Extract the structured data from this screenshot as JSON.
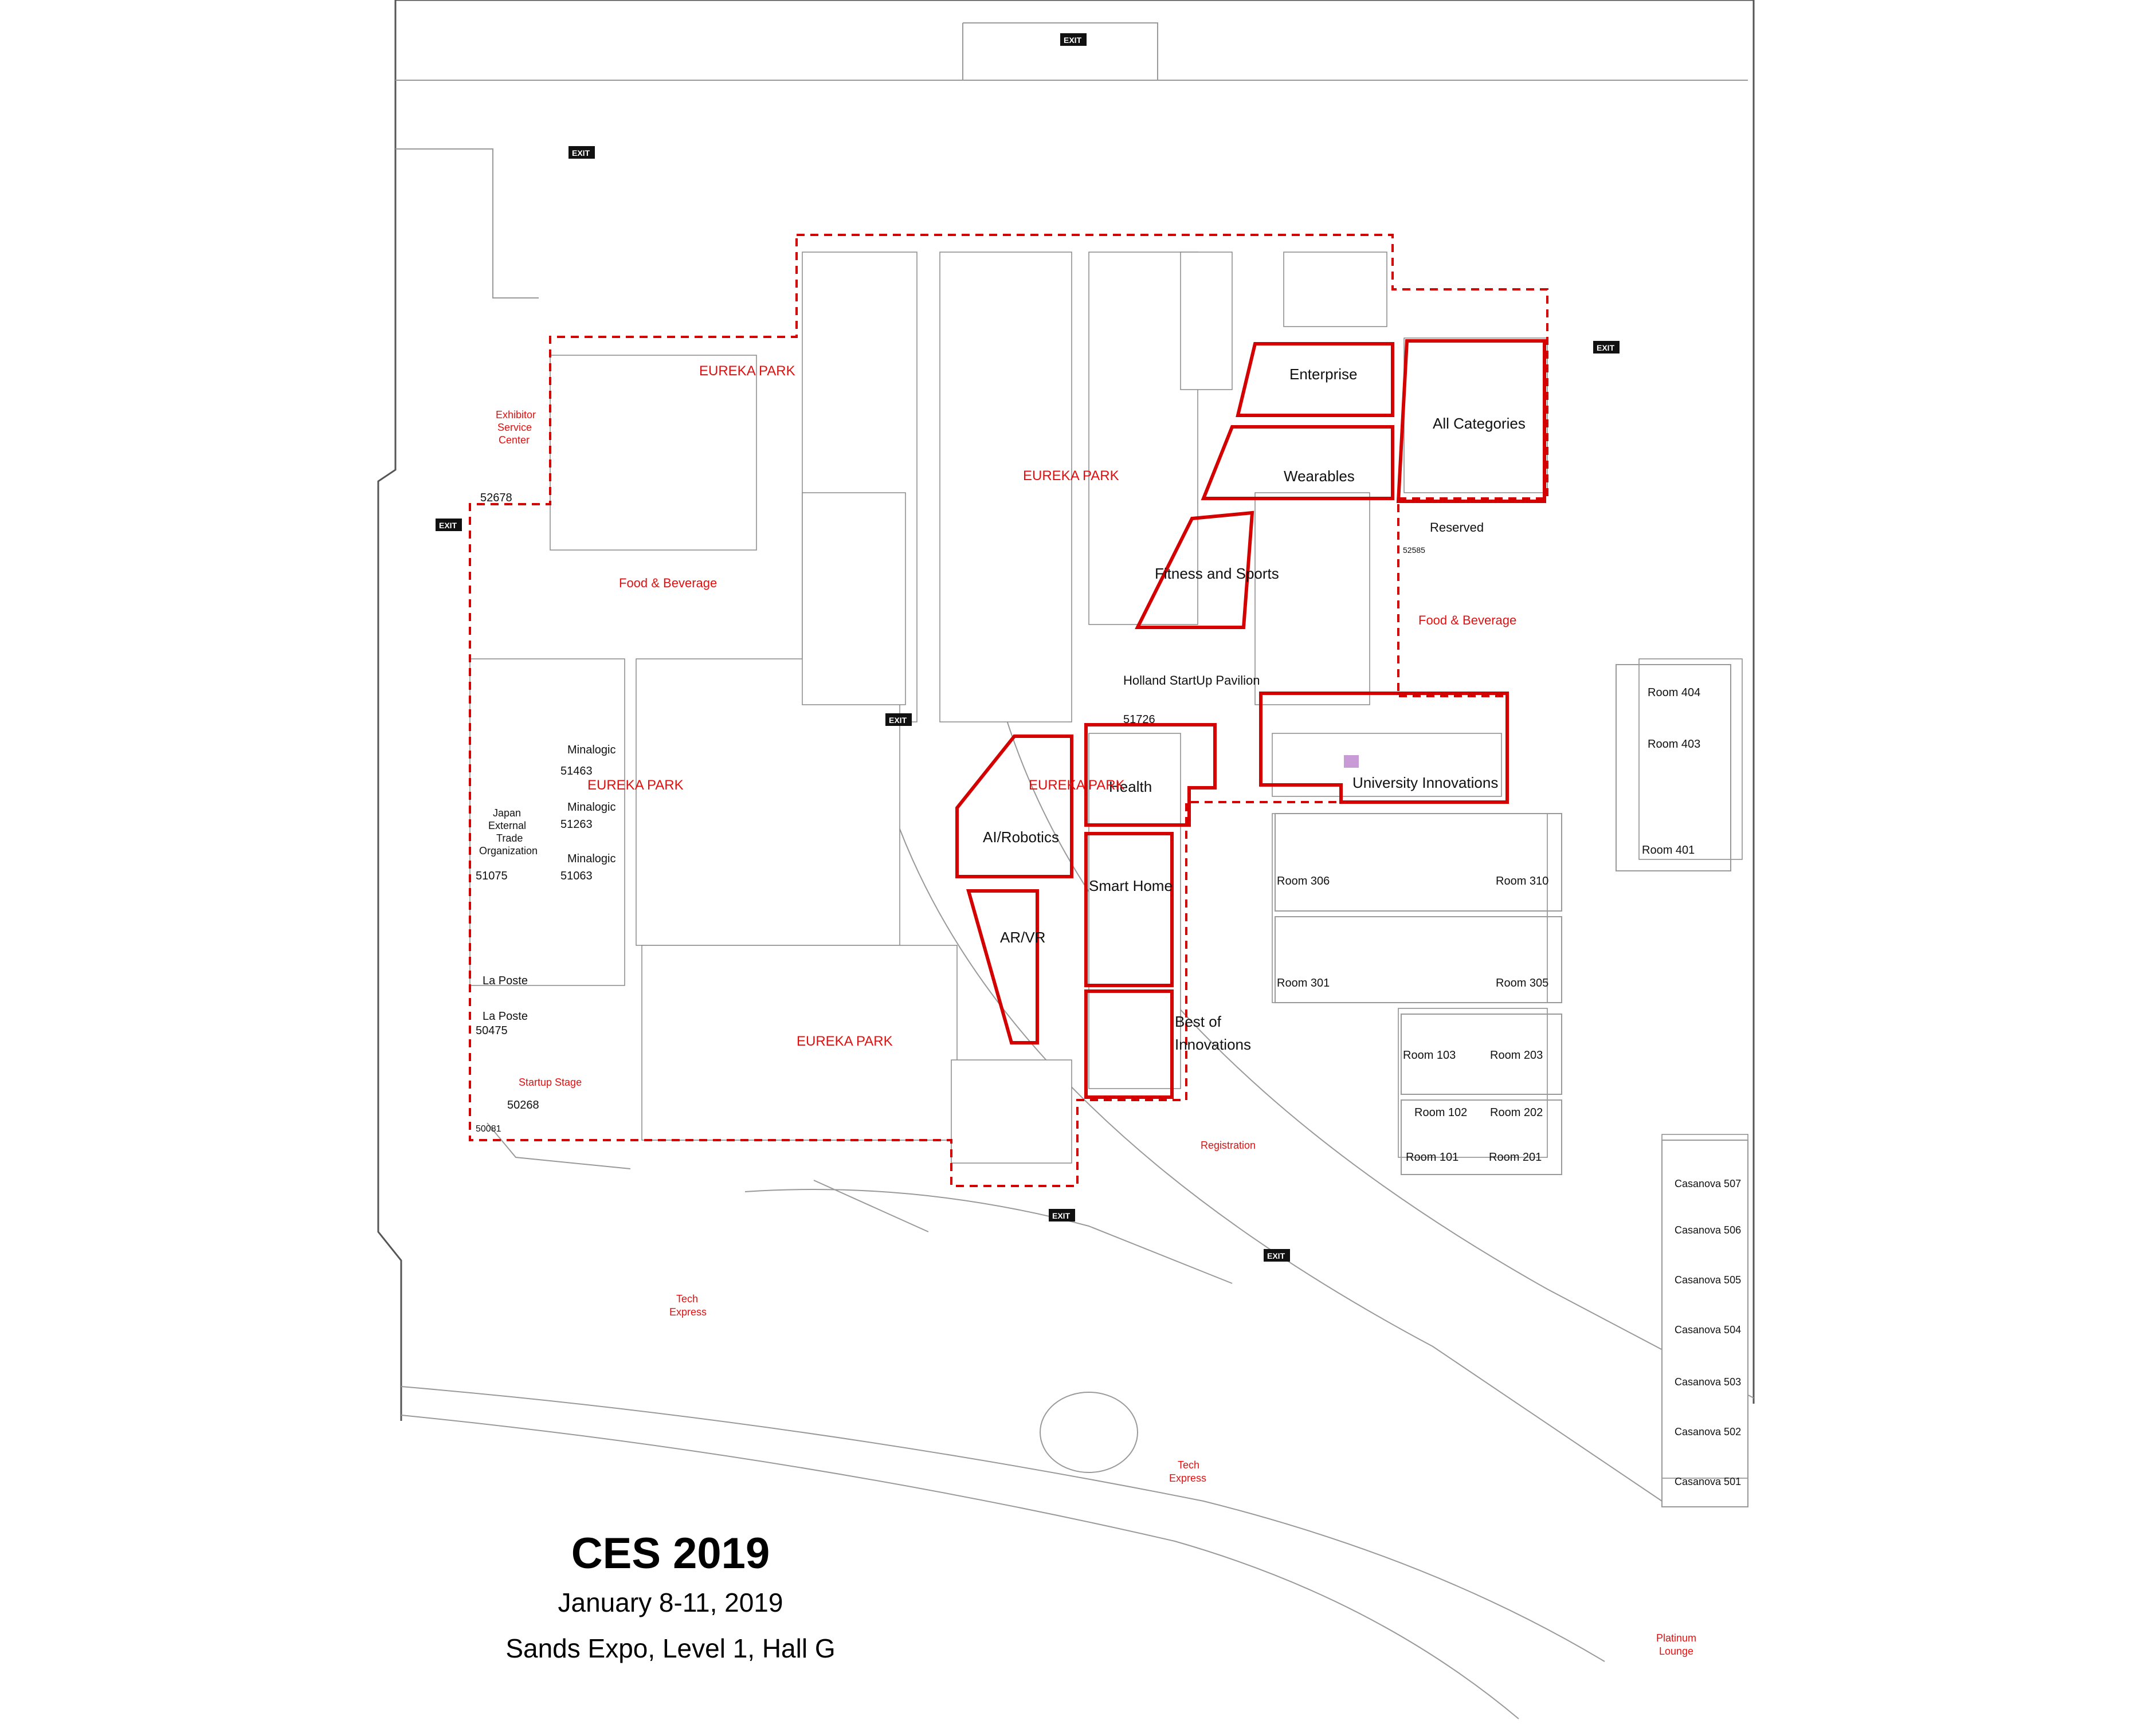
{
  "title": "CES 2019",
  "dates": "January 8-11, 2019",
  "venue": "Sands Expo, Level 1, Hall G",
  "colors": {
    "zone": "#d40000",
    "label_red": "#e01010",
    "walls": "#555555",
    "highlight": "#c89ad6"
  },
  "zones": {
    "enterprise": "Enterprise",
    "all_categories": "All Categories",
    "wearables": "Wearables",
    "fitness": "Fitness and Sports",
    "health": "Health",
    "university": "University Innovations",
    "ai_robotics": "AI/Robotics",
    "smart_home": "Smart Home",
    "ar_vr": "AR/VR",
    "best_of_1": "Best of",
    "best_of_2": "Innovations"
  },
  "areas": {
    "eureka_1": "EUREKA PARK",
    "eureka_2": "EUREKA PARK",
    "eureka_3": "EUREKA PARK",
    "eureka_4": "EUREKA PARK",
    "eureka_5": "EUREKA PARK",
    "food_1": "Food & Beverage",
    "food_2": "Food & Beverage",
    "reserved": "Reserved",
    "holland": "Holland StartUp Pavilion",
    "exhibitor_1": "Exhibitor",
    "exhibitor_2": "Service",
    "exhibitor_3": "Center",
    "startup_stage": "Startup Stage",
    "registration": "Registration",
    "tech_express_1": "Tech",
    "tech_express_2": "Express",
    "platinum_1": "Platinum",
    "platinum_2": "Lounge"
  },
  "booths": {
    "b52678": "52678",
    "b51726": "51726",
    "b51463": "51463",
    "b51263": "51263",
    "b51063": "51063",
    "b51075": "51075",
    "b50475": "50475",
    "b50268": "50268",
    "b50081": "50081",
    "b52585": "52585",
    "minalogic_1": "Minalogic",
    "minalogic_2": "Minalogic",
    "minalogic_3": "Minalogic",
    "japan_1": "Japan",
    "japan_2": "External",
    "japan_3": "Trade",
    "japan_4": "Organization",
    "laposte_1": "La Poste",
    "laposte_2": "La Poste"
  },
  "rooms": {
    "r306": "Room 306",
    "r310": "Room 310",
    "r301": "Room 301",
    "r305": "Room 305",
    "r103": "Room 103",
    "r203": "Room 203",
    "r102": "Room 102",
    "r202": "Room 202",
    "r101": "Room 101",
    "r201": "Room 201",
    "r404": "Room 404",
    "r403": "Room 403",
    "r401": "Room 401",
    "c507": "Casanova 507",
    "c506": "Casanova 506",
    "c505": "Casanova 505",
    "c504": "Casanova 504",
    "c503": "Casanova 503",
    "c502": "Casanova 502",
    "c501": "Casanova 501"
  },
  "exit_label": "EXIT"
}
